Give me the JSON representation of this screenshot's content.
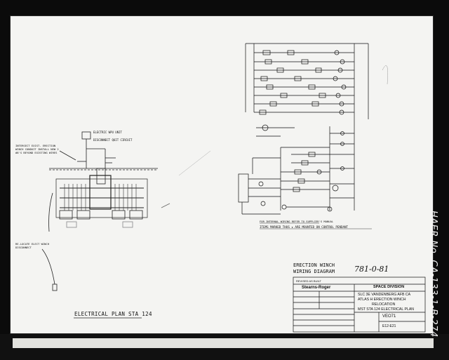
{
  "sheet": {
    "side_label": "HAER No. CA-133-1-B-274"
  },
  "notes": {
    "intersect_note": "INTERSECT EXIST. ERECTION WINCH CONDUIT INSTALL NEW 2 #8'S BEYOND EXISTING WIRES",
    "connect_note": "RE-LOCATE ELECT WINCH DISCONNECT",
    "wiring_note_1": "FOR INTERNAL WIRING REFER TO SUPPLIER'S MANUAL",
    "wiring_note_2": "ITEMS MARKED THUS ★ ARE MOUNTED ON CONTROL PENDANT",
    "electric_winch_unit": "ELECTRIC WPU UNIT",
    "disconnect": "DISCONNECT QUIT CIRCUIT"
  },
  "titles": {
    "plan_title": "ELECTRICAL PLAN  STA 124",
    "diagram_title_1": "ERECTION WINCH",
    "diagram_title_2": "WIRING DIAGRAM",
    "handwritten_no": "781-0-81"
  },
  "title_block": {
    "company": "Stearns-Roger",
    "division": "SPACE DIVISION",
    "line1": "SLC 3E  VANDENBERG AFB  CA",
    "line2": "ATLAS H ERECTION WINCH",
    "line3": "RELOCATION",
    "line4": "MST STA 124 ELECTRICAL PLAN",
    "drawing_no": "VEO71",
    "sheet_no": "E12-E21",
    "rev_note": "REVISED AS BUILT"
  }
}
